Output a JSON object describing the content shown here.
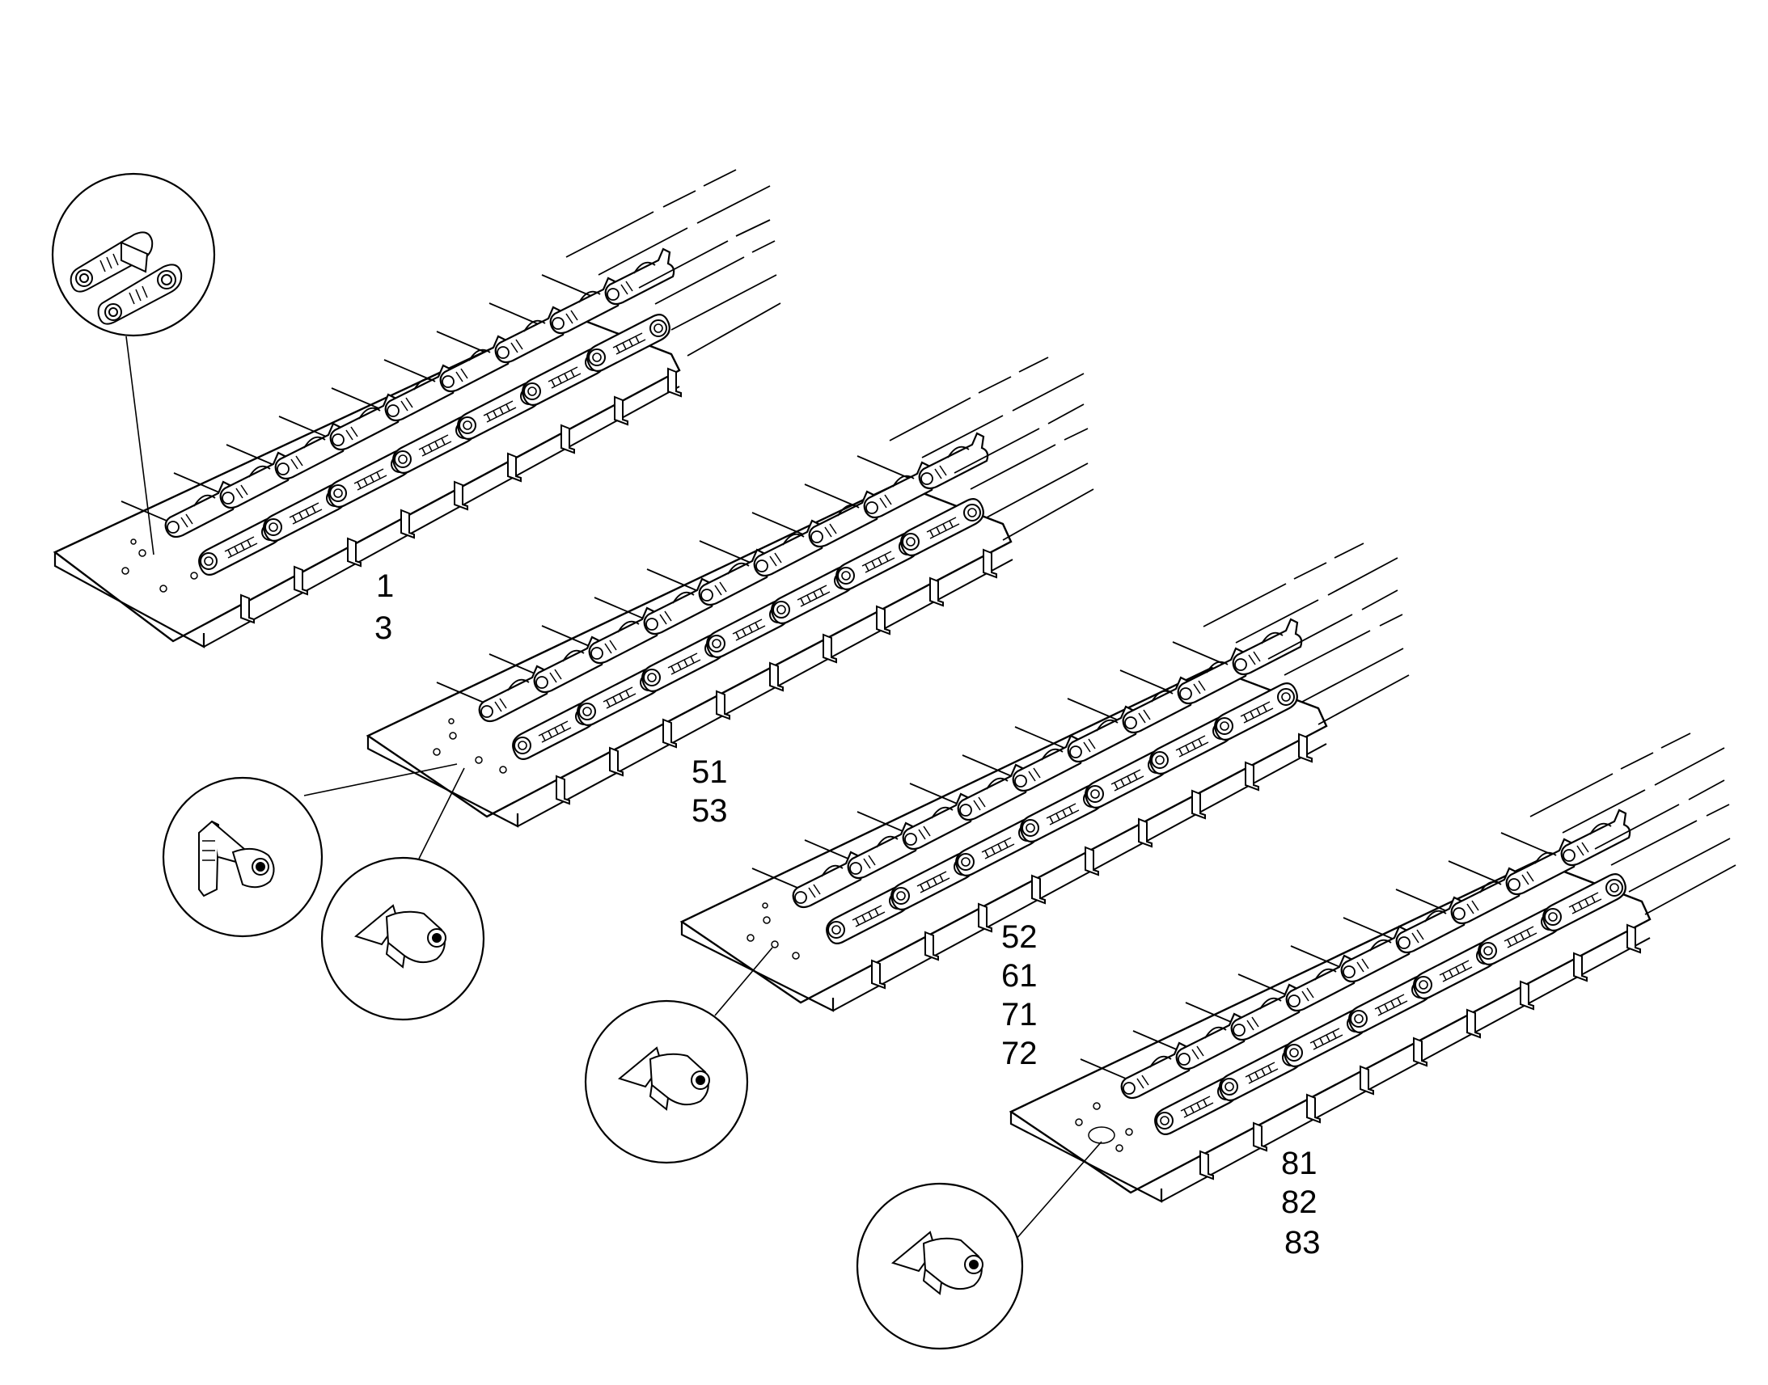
{
  "assemblies": [
    {
      "id": "A",
      "labels": [
        "1",
        "3"
      ]
    },
    {
      "id": "B",
      "labels": [
        "51",
        "53"
      ]
    },
    {
      "id": "C",
      "labels": [
        "52",
        "61",
        "71",
        "72"
      ]
    },
    {
      "id": "D",
      "labels": [
        "81",
        "82",
        "83"
      ]
    }
  ],
  "colors": {
    "line": "#000000",
    "background": "#ffffff",
    "hatch": "#000000"
  }
}
